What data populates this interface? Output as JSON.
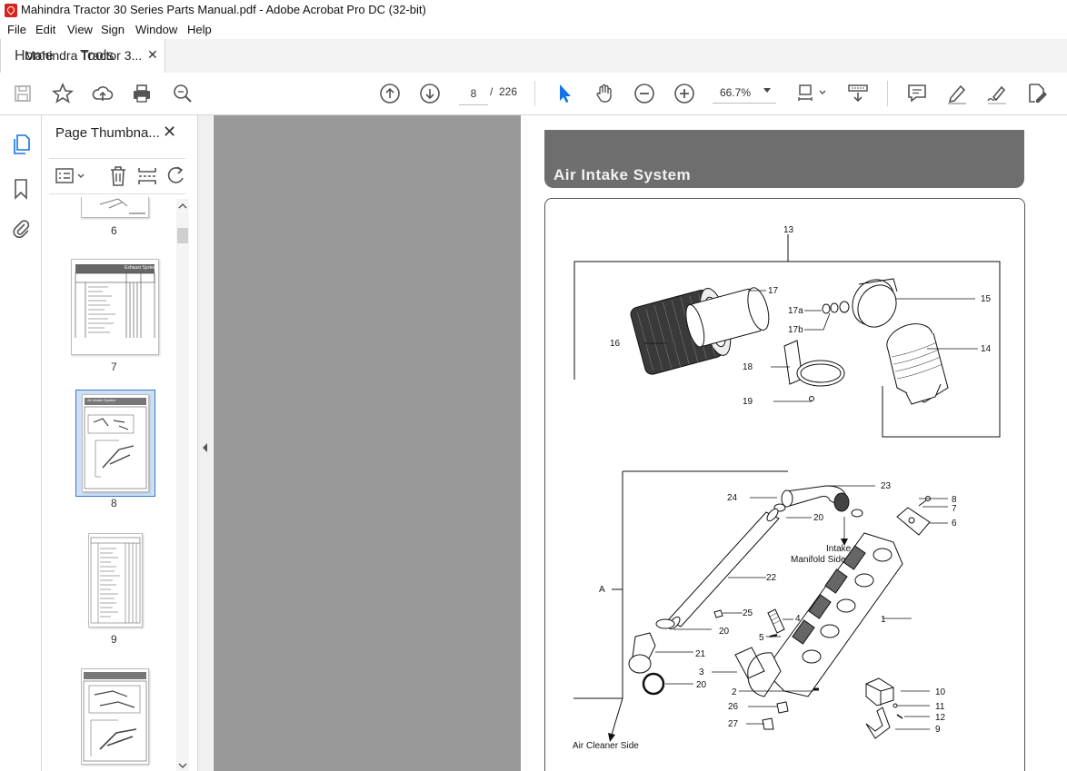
{
  "window": {
    "title": "Mahindra Tractor 30 Series Parts Manual.pdf - Adobe Acrobat Pro DC (32-bit)"
  },
  "menu": [
    "File",
    "Edit",
    "View",
    "Sign",
    "Window",
    "Help"
  ],
  "tabs": {
    "home": "Home",
    "tools": "Tools",
    "document": "Mahindra Tractor 3...",
    "close": "✕"
  },
  "toolbar": {
    "current_page": "8",
    "page_separator": "/",
    "total_pages": "226",
    "zoom": "66.7%"
  },
  "left_rail": {
    "icons": [
      "page-thumbnails-icon",
      "bookmark-icon",
      "attachment-icon"
    ]
  },
  "thumbnail_panel": {
    "title": "Page Thumbna...",
    "close": "✕",
    "pages": [
      {
        "label": "6"
      },
      {
        "label": "7",
        "header": "Exhaust System"
      },
      {
        "label": "8",
        "header": "Air Intake System",
        "selected": true
      },
      {
        "label": "9"
      },
      {
        "label": ""
      }
    ]
  },
  "document_page": {
    "header": "Air Intake System",
    "labels": {
      "l13": "13",
      "l17": "17",
      "l17a": "17a",
      "l17b": "17b",
      "l15": "15",
      "l16": "16",
      "l18": "18",
      "l14": "14",
      "l19": "19",
      "l23": "23",
      "l24": "24",
      "l20a": "20",
      "l8": "8",
      "l7": "7",
      "l6": "6",
      "intake1": "Intake",
      "intake2": "Manifold Side",
      "l22": "22",
      "lA": "A",
      "l25": "25",
      "l4": "4",
      "l1": "1",
      "l20b": "20",
      "l5": "5",
      "l21": "21",
      "l3": "3",
      "l20c": "20",
      "l2": "2",
      "l10": "10",
      "l26": "26",
      "l11": "11",
      "l12": "12",
      "l27": "27",
      "l9": "9",
      "aircleaner": "Air Cleaner Side"
    }
  },
  "colors": {
    "accent": "#1473e6",
    "viewer_bg": "#999999",
    "header_gray": "#6e6e6e"
  }
}
